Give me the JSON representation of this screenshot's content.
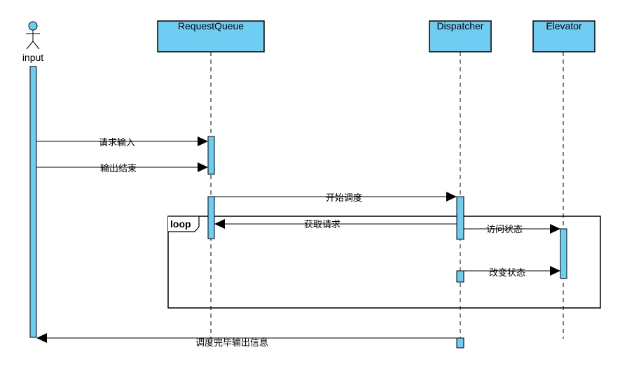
{
  "actor": {
    "label": "input"
  },
  "participants": [
    {
      "id": "queue",
      "label": "RequestQueue"
    },
    {
      "id": "dispatcher",
      "label": "Dispatcher"
    },
    {
      "id": "elevator",
      "label": "Elevator"
    }
  ],
  "messages": [
    {
      "id": "m1",
      "label": "请求输入"
    },
    {
      "id": "m2",
      "label": "输出结束"
    },
    {
      "id": "m3",
      "label": "开始调度"
    },
    {
      "id": "m4",
      "label": "获取请求"
    },
    {
      "id": "m5",
      "label": "访问状态"
    },
    {
      "id": "m6",
      "label": "改变状态"
    },
    {
      "id": "m7",
      "label": "调度完毕输出信息"
    }
  ],
  "fragment": {
    "label": "loop"
  },
  "colors": {
    "box_fill": "#6FCCF2",
    "stroke": "#000000",
    "background": "#FFFFFF"
  }
}
